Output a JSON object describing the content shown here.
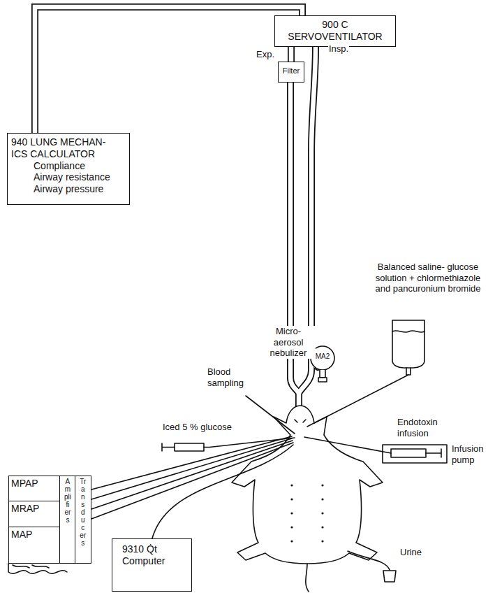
{
  "diagram": {
    "nodes": [
      {
        "text": [
          "900 C",
          "SERVOVENTILATOR"
        ]
      },
      {
        "text": [
          "940 LUNG MECHAN- ICS CALCULATOR",
          "Compliance",
          "Airway resistance",
          "Airway pressure"
        ]
      },
      {
        "text": [
          "Filter"
        ]
      },
      {
        "text": [
          "MPAP"
        ]
      },
      {
        "text": [
          "MRAP"
        ]
      },
      {
        "text": [
          "MAP"
        ]
      },
      {
        "text": [
          "Amplifiers"
        ]
      },
      {
        "text": [
          "Transducers"
        ]
      },
      {
        "text": [
          "9310 Q̇t Computer"
        ]
      }
    ],
    "edges": [
      {
        "from": 0,
        "to": 1,
        "arrow": "none"
      },
      {
        "from": 0,
        "to": 2,
        "arrow": "none"
      }
    ],
    "labels": [
      "Exp.",
      "Insp.",
      "Micro-aerosol nebulizer",
      "MA2",
      "Balanced saline- glucose solution + chlormethiazole and pancuronium bromide",
      "Blood sampling",
      "Iced 5 % glucose",
      "Endotoxin infusion",
      "Infusion pump",
      "Urine"
    ]
  }
}
